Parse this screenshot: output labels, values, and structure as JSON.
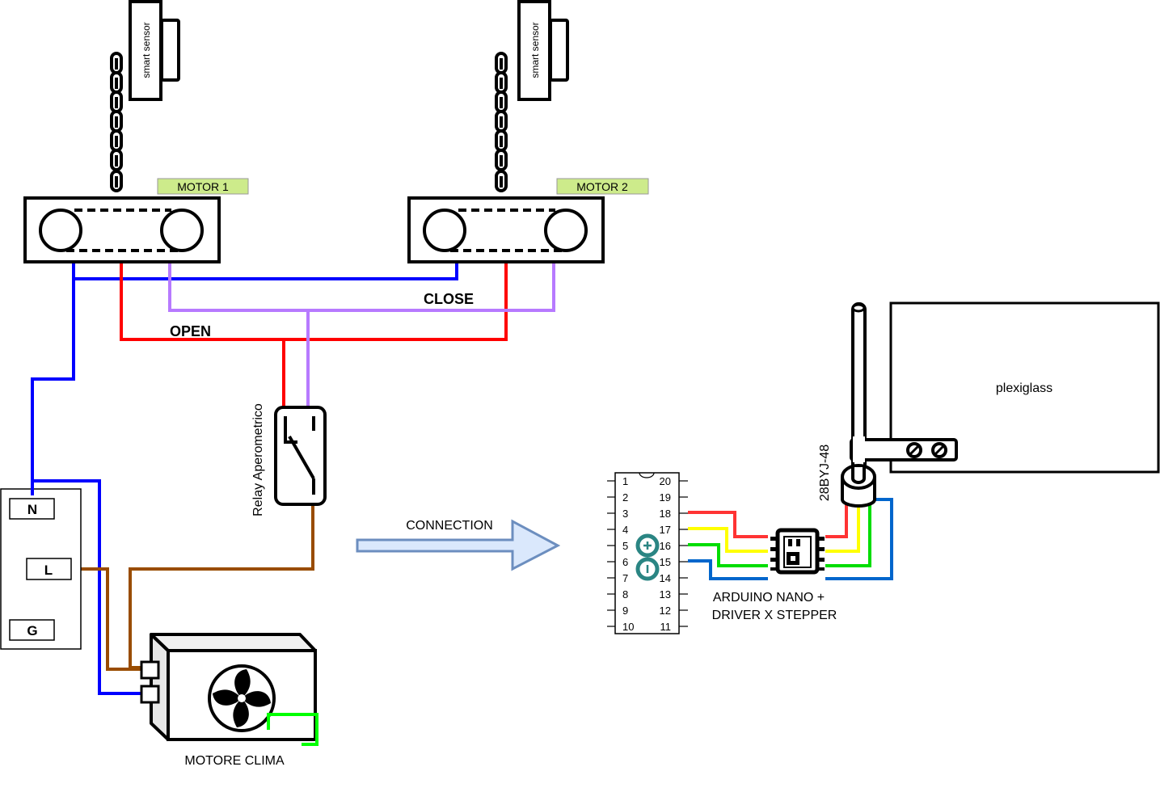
{
  "sensors": [
    {
      "label": "smart sensor"
    },
    {
      "label": "smart sensor"
    }
  ],
  "motors": [
    {
      "label": "MOTOR 1"
    },
    {
      "label": "MOTOR 2"
    }
  ],
  "wire_labels": {
    "close": "CLOSE",
    "open": "OPEN"
  },
  "relay": {
    "label": "Relay Aperometrico"
  },
  "terminals": {
    "neutral": "N",
    "line": "L",
    "ground": "G"
  },
  "ac_unit": {
    "label": "MOTORE CLIMA"
  },
  "arrow": {
    "label": "CONNECTION"
  },
  "arduino": {
    "left_pins": [
      "1",
      "2",
      "3",
      "4",
      "5",
      "6",
      "7",
      "8",
      "9",
      "10"
    ],
    "right_pins": [
      "20",
      "19",
      "18",
      "17",
      "16",
      "15",
      "14",
      "13",
      "12",
      "11"
    ],
    "caption_line1": "ARDUINO NANO +",
    "caption_line2": "DRIVER X STEPPER"
  },
  "stepper": {
    "label": "28BYJ-48"
  },
  "panel": {
    "label": "plexiglass"
  },
  "colors": {
    "neutral_wire": "#0000ff",
    "open_wire": "#ff0000",
    "close_wire": "#b77aff",
    "live_wire": "#994c00",
    "ground_wire": "#00ff00",
    "motor_label_bg": "#cdeb8b",
    "arrow_fill": "#dae8fc",
    "arrow_stroke": "#6c8ebf",
    "arduino_logo": "#2a8583",
    "step_red": "#ff3333",
    "step_yellow": "#ffff00",
    "step_green": "#00dd00",
    "step_blue": "#0066cc"
  }
}
